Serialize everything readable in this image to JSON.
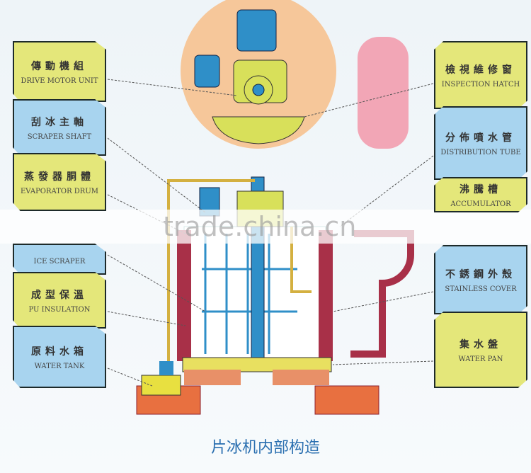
{
  "left_labels": [
    {
      "zh": "傳動機組",
      "en": "DRIVE MOTOR UNIT"
    },
    {
      "zh": "刮冰主軸",
      "en": "SCRAPER SHAFT"
    },
    {
      "zh": "蒸發器胴體",
      "en": "EVAPORATOR DRUM"
    },
    {
      "zh": "",
      "en": "ICE SCRAPER"
    },
    {
      "zh": "成型保溫",
      "en": "PU INSULATION"
    },
    {
      "zh": "原料水箱",
      "en": "WATER TANK"
    }
  ],
  "right_labels": [
    {
      "zh": "檢視維修窗",
      "en": "INSPECTION HATCH"
    },
    {
      "zh": "分佈噴水管",
      "en": "DISTRIBUTION TUBE"
    },
    {
      "zh": "沸騰槽",
      "en": "ACCUMULATOR"
    },
    {
      "zh": "不銹鋼外殼",
      "en": "STAINLESS COVER"
    },
    {
      "zh": "集水盤",
      "en": "WATER PAN"
    }
  ],
  "watermark": "trade.china.cn",
  "title": "片冰机内部构造"
}
